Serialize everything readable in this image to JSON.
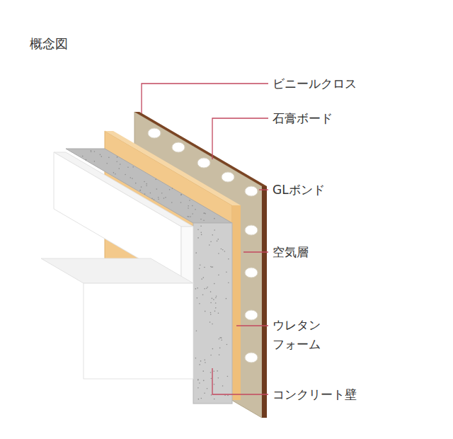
{
  "diagram": {
    "title": "概念図",
    "labels": [
      "ビニールクロス",
      "石膏ボード",
      "GLボンド",
      "空気層",
      "ウレタン フォーム",
      "コンクリート壁"
    ]
  }
}
